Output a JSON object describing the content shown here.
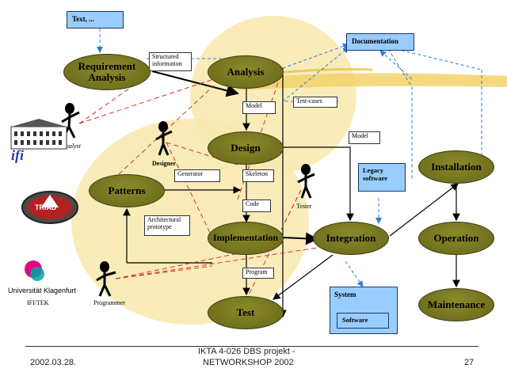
{
  "nodes": {
    "requirement_analysis": "Requirement Analysis",
    "analysis": "Analysis",
    "design": "Design",
    "patterns": "Patterns",
    "implementation": "Implementation",
    "integration": "Integration",
    "test": "Test",
    "installation": "Installation",
    "operation": "Operation",
    "maintenance": "Maintenance"
  },
  "labels": {
    "text": "Text, ...",
    "documentation": "Documentation",
    "structured_information": "Structured information",
    "model_1": "Model",
    "test_cases": "Test-cases",
    "model_2": "Model",
    "generator": "Generator",
    "skeleton": "Skeleton",
    "code": "Code",
    "architectural_prototype": "Architectural prototype",
    "program": "Program",
    "legacy_software": "Legacy software",
    "system": "System",
    "software": "Software"
  },
  "people": {
    "analyst": "Analyst",
    "designer": "Designer",
    "tester": "Tester",
    "programmer": "Programmer"
  },
  "logos": {
    "ifi_tek": "IFI/TEK",
    "uni": "Universität Klagenfurt",
    "triad": "TRIAD",
    "ifi": "ifi"
  },
  "footer": {
    "date": "2002.03.28.",
    "title_line1": "IKTA 4-026  DBS projekt -",
    "title_line2": "NETWORKSHOP 2002",
    "page": "27"
  },
  "colors": {
    "node_fill": "#6b6b1f",
    "blue_box": "#99ccff",
    "background_circle": "#f7e7a6",
    "red_dashed": "#d9322a",
    "blue_dashed": "#2b7fd6"
  }
}
